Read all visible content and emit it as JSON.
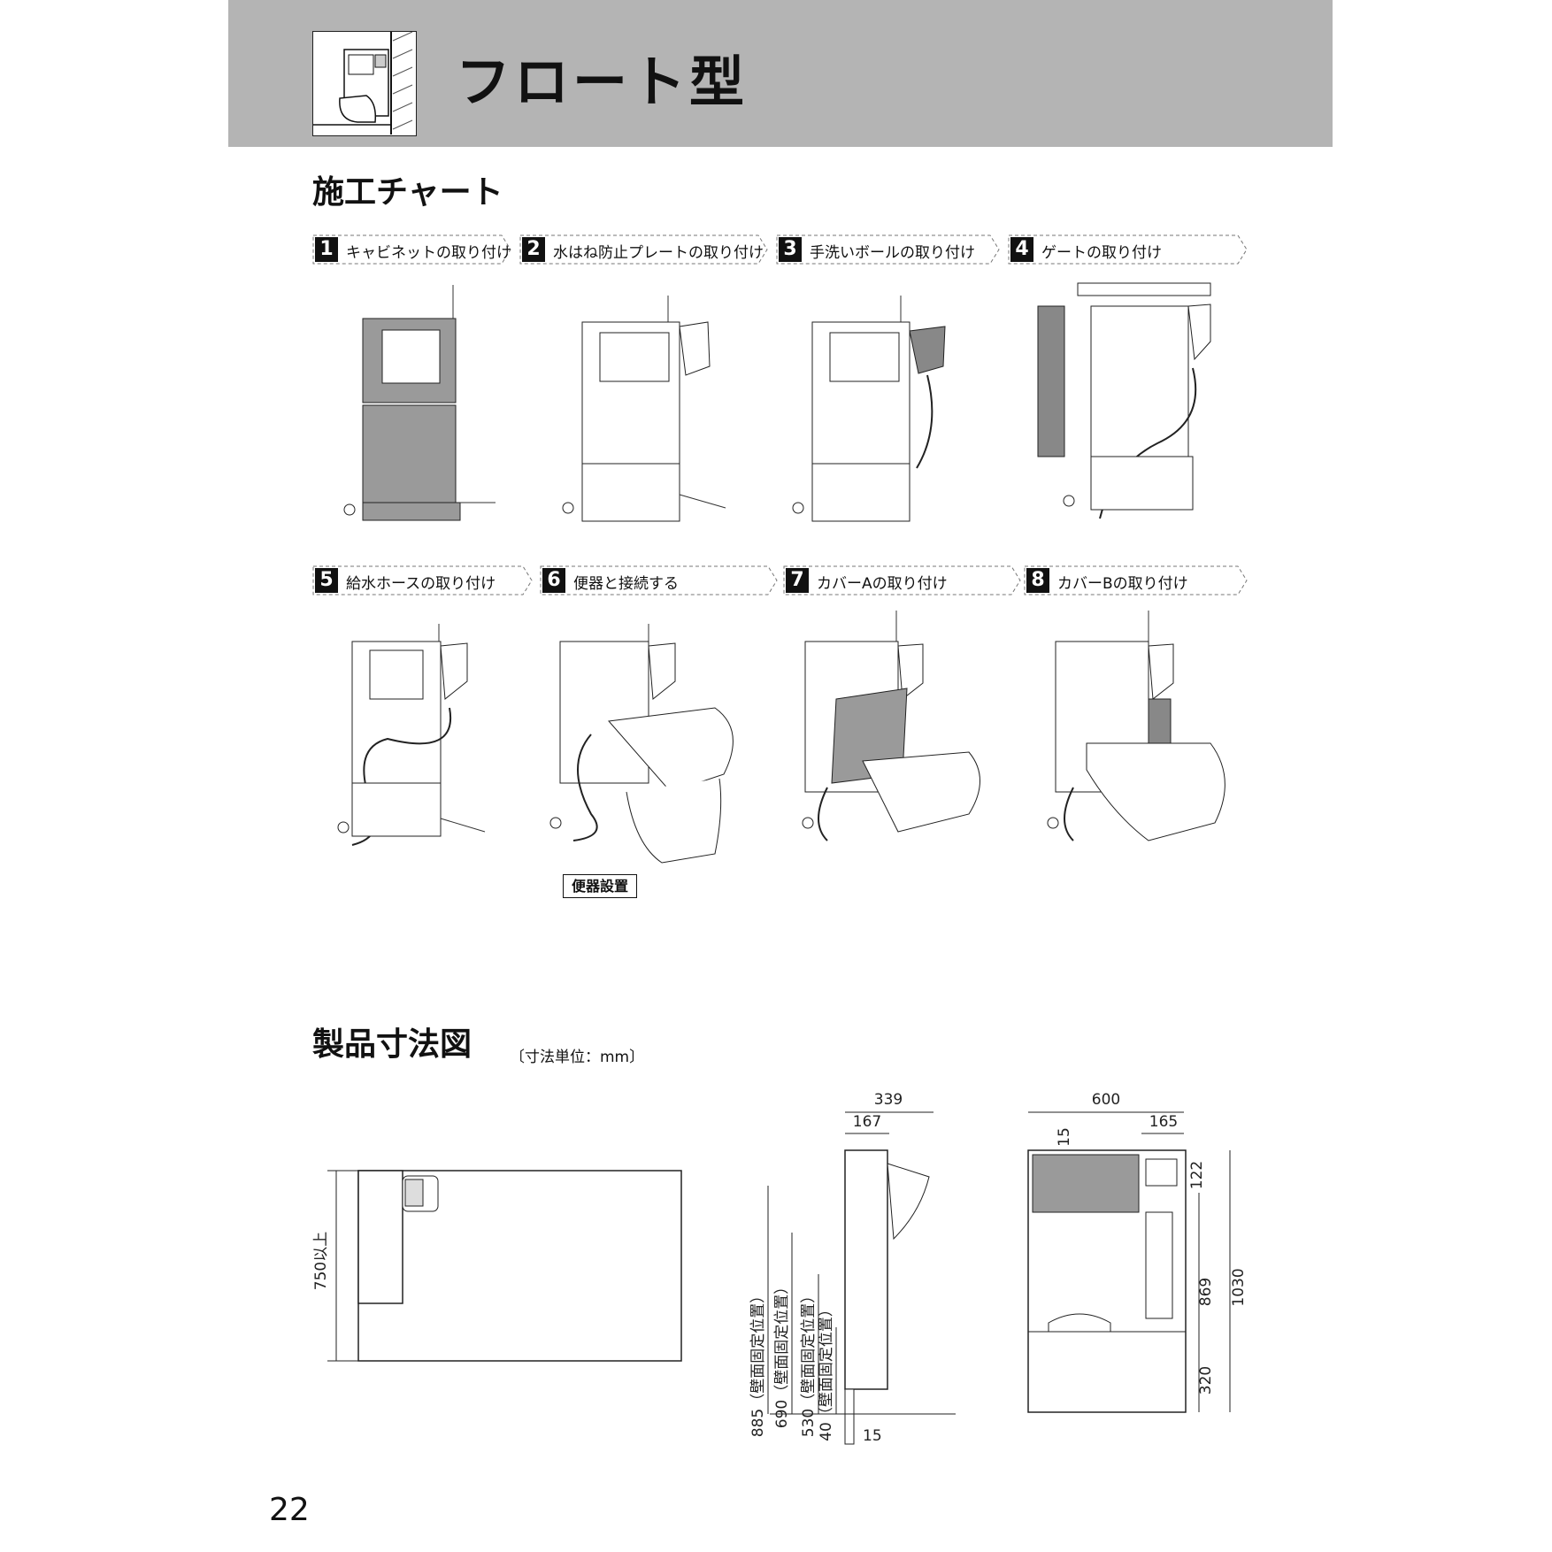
{
  "header": {
    "title": "フロート型",
    "icon": "float-toilet-cabinet-icon"
  },
  "chart_section": {
    "title": "施工チャート",
    "steps": [
      {
        "num": "1",
        "label": "キャビネットの取り付け"
      },
      {
        "num": "2",
        "label": "水はね防止プレートの取り付け"
      },
      {
        "num": "3",
        "label": "手洗いボールの取り付け"
      },
      {
        "num": "4",
        "label": "ゲートの取り付け"
      },
      {
        "num": "5",
        "label": "給水ホースの取り付け"
      },
      {
        "num": "6",
        "label": "便器と接続する"
      },
      {
        "num": "7",
        "label": "カバーAの取り付け"
      },
      {
        "num": "8",
        "label": "カバーBの取り付け"
      }
    ],
    "toilet_install_label": "便器設置"
  },
  "dimension_section": {
    "title": "製品寸法図",
    "unit_note": "〔寸法単位：mm〕",
    "plan": {
      "depth": "750以上"
    },
    "side": {
      "total_depth": "339",
      "front_depth": "167",
      "heights": [
        "885（壁面固定位置）",
        "690（壁面固定位置）",
        "530（壁面固定位置）",
        "40（壁面固定位置）"
      ],
      "floor_gap": "15"
    },
    "front": {
      "width": "600",
      "bowl_width": "165",
      "top_margin": "15",
      "bowl_height": "122",
      "total_height": "1030",
      "mid_height": "869",
      "base_height": "320"
    }
  },
  "page_number": "22"
}
